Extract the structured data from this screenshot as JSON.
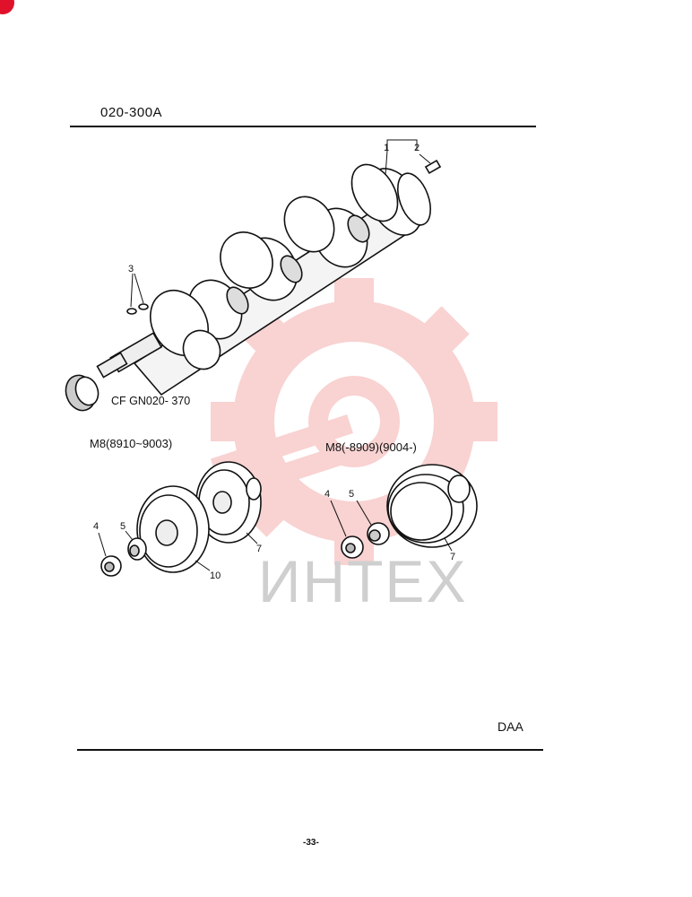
{
  "header": {
    "page_code": "020-300A"
  },
  "references": {
    "cf_reference": "CF GN020- 370"
  },
  "variants": {
    "left_label": "M8(8910~9003)",
    "right_label": "M8(-8909)(9004-)"
  },
  "callouts": {
    "crank_1": "1",
    "crank_2": "2",
    "crank_3": "3",
    "left_4": "4",
    "left_5": "5",
    "left_7": "7",
    "left_10": "10",
    "right_4": "4",
    "right_5": "5",
    "right_7": "7"
  },
  "footer": {
    "section_code": "DAA",
    "page_number": "-33-"
  },
  "watermark": {
    "text": "ИНТЕХ",
    "color": "#f29a9a"
  },
  "colors": {
    "accent_red": "#e0122b",
    "ink": "#111111"
  }
}
